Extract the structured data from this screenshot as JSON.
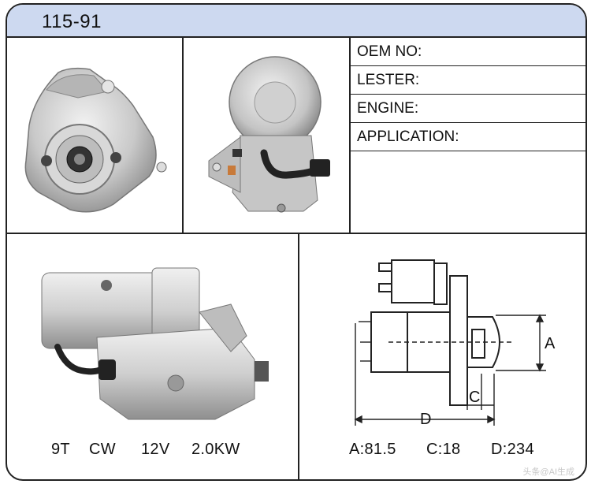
{
  "header": {
    "model": "115-91"
  },
  "info": {
    "oem_label": "OEM NO:",
    "lester_label": "LESTER:",
    "engine_label": "ENGINE:",
    "application_label": "APPLICATION:"
  },
  "specs": {
    "teeth": "9T",
    "rotation": "CW",
    "voltage": "12V",
    "power": "2.0KW"
  },
  "dimensions": {
    "a": "A:81.5",
    "c": "C:18",
    "d": "D:234",
    "label_a": "A",
    "label_c": "C",
    "label_d": "D"
  },
  "watermark": "头条@AI生成"
}
